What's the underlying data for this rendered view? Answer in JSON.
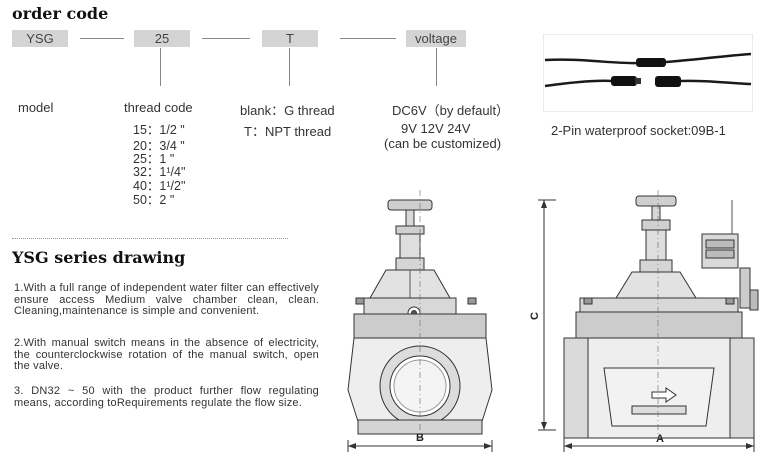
{
  "order_code": {
    "title": "order code",
    "boxes": [
      "YSG",
      "25",
      "T",
      "voltage"
    ],
    "labels": {
      "model": "model",
      "thread_code": "thread code",
      "thread_type": "blank：G thread",
      "voltage": "DC6V（by default）"
    },
    "thread_codes": [
      {
        "code": "15",
        "size": "1/2 \""
      },
      {
        "code": "20",
        "size": "3/4 \""
      },
      {
        "code": "25",
        "size": "1 \""
      },
      {
        "code": "32",
        "size": "1¹/4\""
      },
      {
        "code": "40",
        "size": "1¹/2\""
      },
      {
        "code": "50",
        "size": "2 \""
      }
    ],
    "npt": "T：NPT thread",
    "voltages": "9V 12V 24V",
    "customized": "(can be customized)"
  },
  "socket": {
    "caption": "2-Pin waterproof socket:09B-1"
  },
  "drawing": {
    "title": "YSG series drawing",
    "paragraphs": [
      "1.With a full range of independent water filter can effectively ensure access Medium valve chamber clean, clean. Cleaning,maintenance is simple and convenient.",
      "2.With manual switch means in the absence of electricity, the counterclockwise rotation of the manual switch, open the valve.",
      "3. DN32 ~ 50 with the product further flow regulating means, according toRequirements regulate the flow size."
    ],
    "dim_labels": {
      "b": "B",
      "c": "C",
      "a": "A"
    }
  }
}
